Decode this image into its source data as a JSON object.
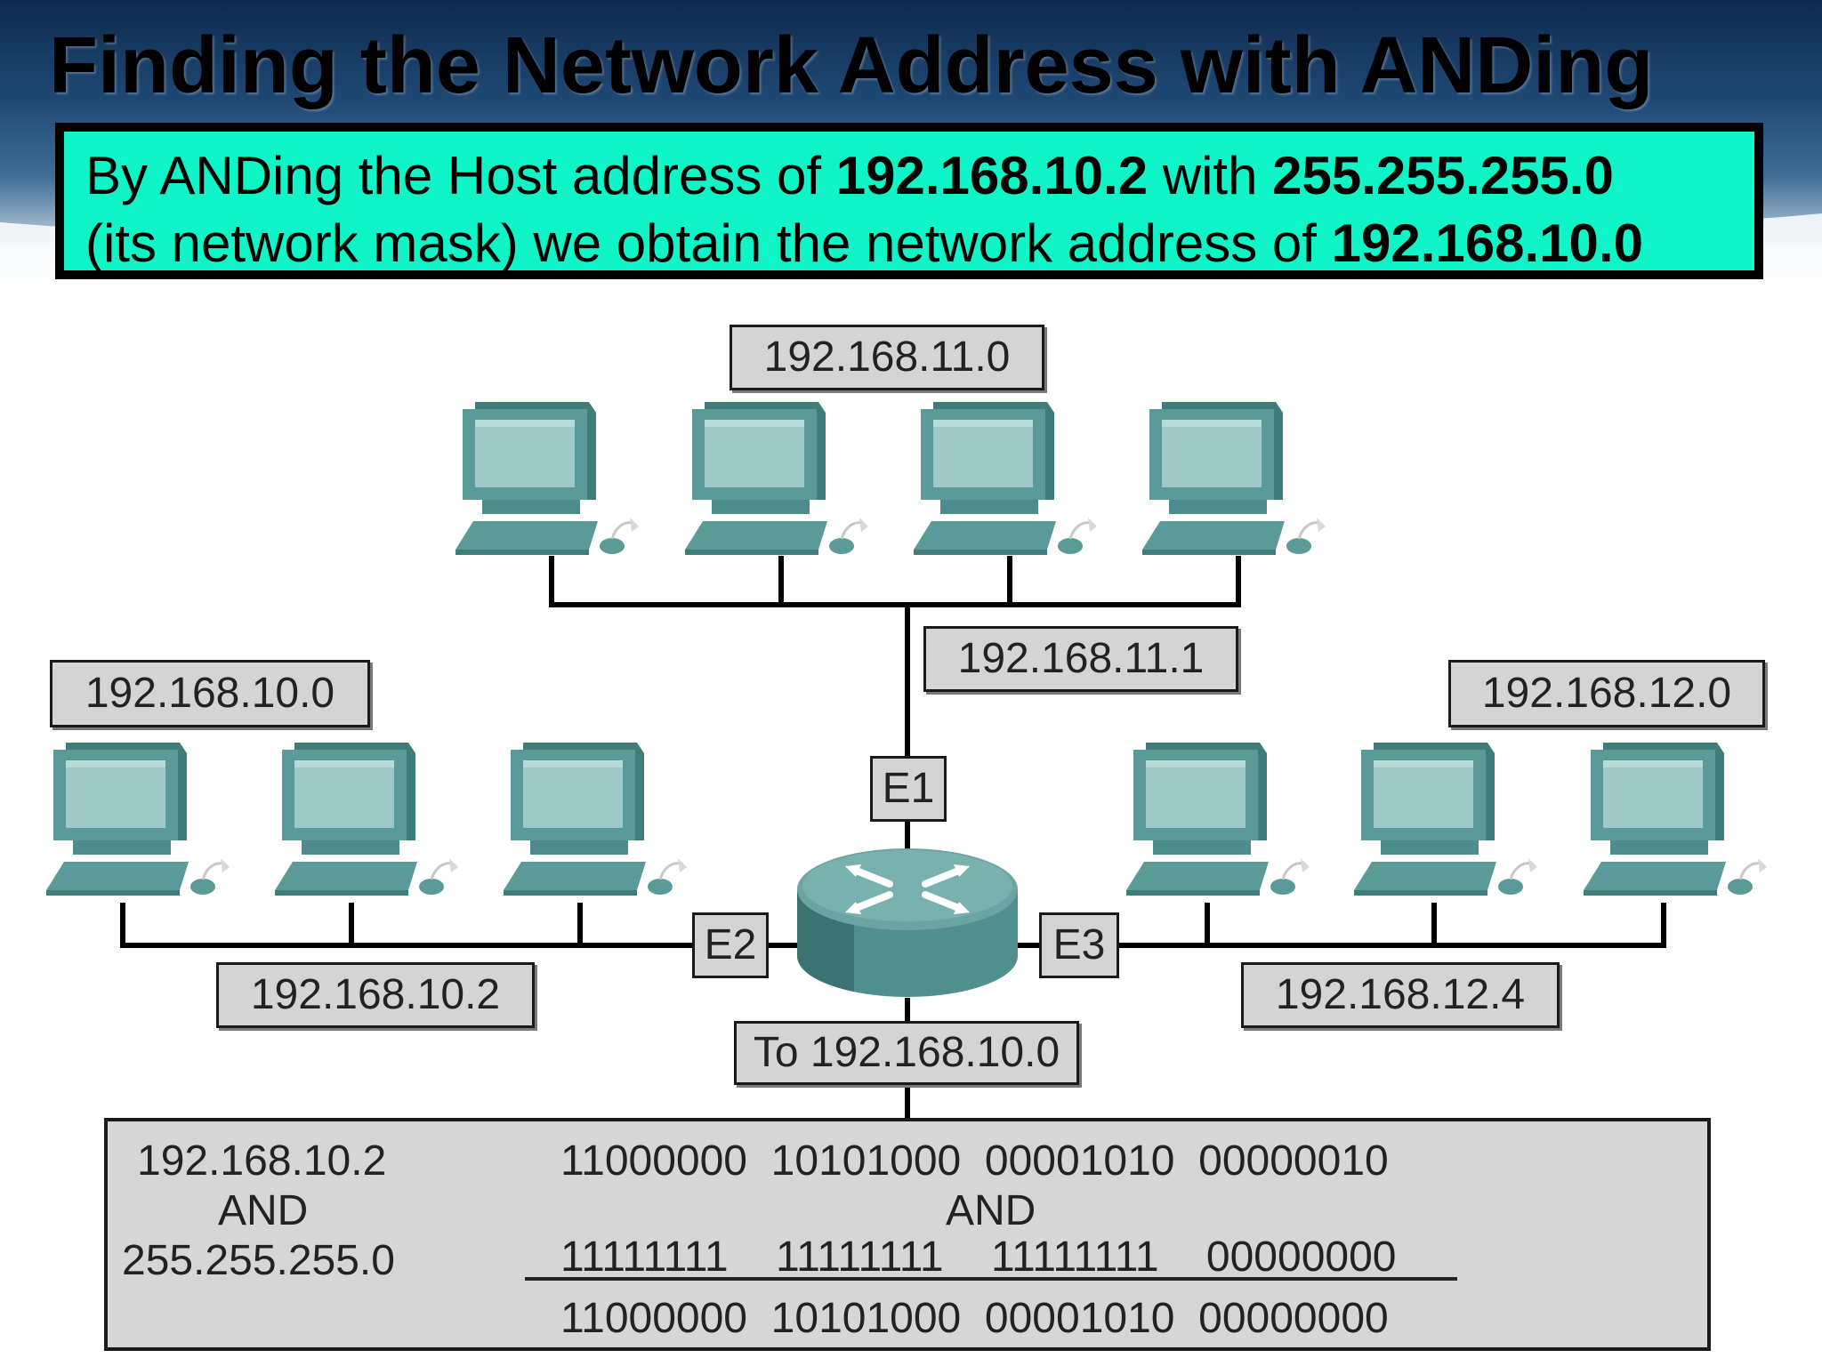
{
  "title": "Finding the Network Address with ANDing",
  "explanation": {
    "line1_a": "By ANDing the Host address of ",
    "line1_b": "192.168.10.2",
    "line1_c": " with ",
    "line1_d": "255.255.255.0",
    "line2_a": "(its network mask) we obtain the network address of ",
    "line2_b": "192.168.10.0"
  },
  "network_labels": {
    "top_network": "192.168.11.0",
    "top_gateway": "192.168.11.1",
    "left_network": "192.168.10.0",
    "left_host": "192.168.10.2",
    "right_network": "192.168.12.0",
    "right_host": "192.168.12.4",
    "route": "To 192.168.10.0"
  },
  "ports": {
    "e1": "E1",
    "e2": "E2",
    "e3": "E3"
  },
  "calculation": {
    "left_ip": "192.168.10.2",
    "left_and": "AND",
    "left_mask": "255.255.255.0",
    "bin_ip": "11000000  10101000  00001010  00000010",
    "bin_and": "AND",
    "bin_mask": "11111111    11111111    11111111    00000000",
    "bin_result": "11000000  10101000  00001010  00000000"
  },
  "colors": {
    "header_dark": "#0f2a4e",
    "explain_bg": "#10f5c7",
    "label_bg": "#d4d4d4",
    "computer_teal": "#5a9a98",
    "screen_face": "#9fc9c6"
  }
}
